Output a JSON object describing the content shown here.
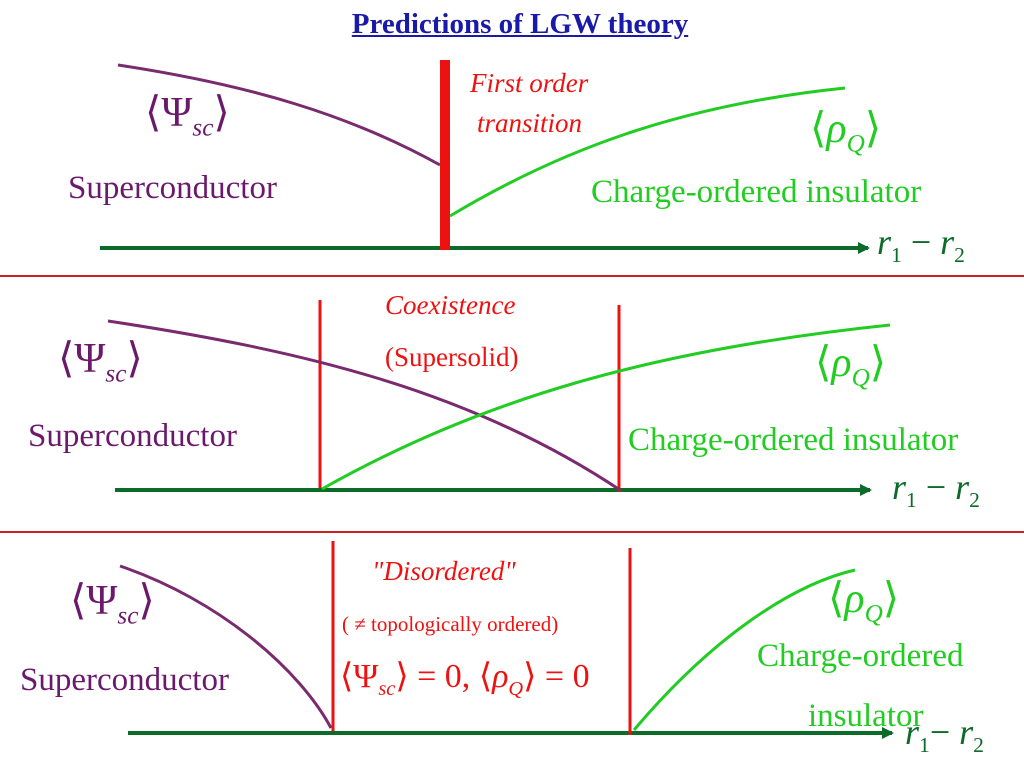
{
  "title": "Predictions of LGW theory",
  "colors": {
    "superconductor": "#7a2a6e",
    "insulator": "#22cc22",
    "transition": "#ee1111",
    "axis": "#0d6b2a",
    "divider": "#cc2222",
    "title": "#1a1aa8"
  },
  "panels": [
    {
      "transition_label_line1": "First order",
      "transition_label_line2": "transition",
      "sc_order_parameter": "Ψ",
      "sc_subscript": "sc",
      "sc_phase": "Superconductor",
      "co_order_parameter": "ρ",
      "co_subscript": "Q",
      "co_phase": "Charge-ordered insulator",
      "axis_variable": "r",
      "axis_sub1": "1",
      "axis_minus": "−",
      "axis_sub2": "2"
    },
    {
      "region_label_line1": "Coexistence",
      "region_label_line2": "(Supersolid)",
      "sc_order_parameter": "Ψ",
      "sc_subscript": "sc",
      "sc_phase": "Superconductor",
      "co_order_parameter": "ρ",
      "co_subscript": "Q",
      "co_phase": "Charge-ordered insulator",
      "axis_variable": "r",
      "axis_sub1": "1",
      "axis_minus": "−",
      "axis_sub2": "2"
    },
    {
      "region_label_line1": "\"Disordered\"",
      "region_label_line2": "( ≠ topologically ordered)",
      "region_eq_sc": "Ψ",
      "region_eq_sc_sub": "sc",
      "region_eq_value1": "= 0,",
      "region_eq_co": "ρ",
      "region_eq_co_sub": "Q",
      "region_eq_value2": "= 0",
      "sc_order_parameter": "Ψ",
      "sc_subscript": "sc",
      "sc_phase": "Superconductor",
      "co_order_parameter": "ρ",
      "co_subscript": "Q",
      "co_phase_line1": "Charge-ordered",
      "co_phase_line2": "insulator",
      "axis_variable": "r",
      "axis_sub1": "1",
      "axis_minus": "−",
      "axis_sub2": "2"
    }
  ]
}
